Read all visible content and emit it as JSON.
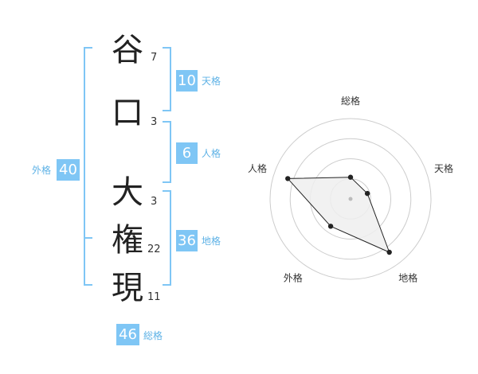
{
  "surname": [
    {
      "char": "谷",
      "strokes": "7"
    },
    {
      "char": "口",
      "strokes": "3"
    }
  ],
  "given": [
    {
      "char": "大",
      "strokes": "3"
    },
    {
      "char": "権",
      "strokes": "22"
    },
    {
      "char": "現",
      "strokes": "11"
    }
  ],
  "fortunes": {
    "ten": {
      "label": "天格",
      "value": "10"
    },
    "jin": {
      "label": "人格",
      "value": "6"
    },
    "chi": {
      "label": "地格",
      "value": "36"
    },
    "gai": {
      "label": "外格",
      "value": "40"
    },
    "sou": {
      "label": "総格",
      "value": "46"
    }
  },
  "chart_data": {
    "type": "radar",
    "axes": [
      "総格",
      "天格",
      "地格",
      "外格",
      "人格"
    ],
    "values": [
      0.27,
      0.22,
      0.82,
      0.42,
      0.82
    ],
    "rings": 4,
    "colors": {
      "fill": "#eeeeee",
      "line": "#222222",
      "ring": "#cccccc",
      "center": "#bbbbbb"
    }
  },
  "colors": {
    "accent": "#7fc6f5",
    "bracket": "#7fc6f5"
  }
}
